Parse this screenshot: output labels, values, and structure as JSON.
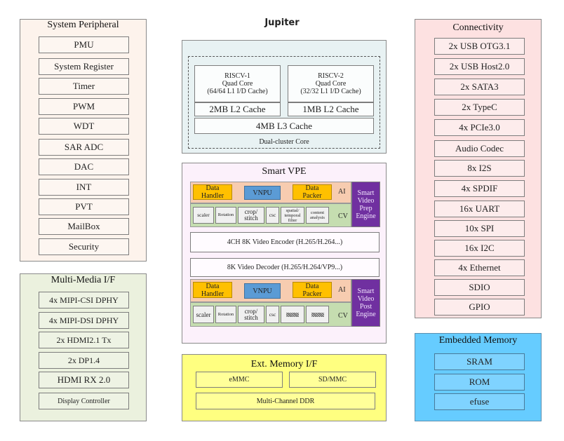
{
  "title": "Jupiter",
  "system_peripheral": {
    "title": "System Peripheral",
    "items": [
      "PMU",
      "System Register",
      "Timer",
      "PWM",
      "WDT",
      "SAR ADC",
      "DAC",
      "INT",
      "PVT",
      "MailBox",
      "Security"
    ]
  },
  "multimedia": {
    "title": "Multi-Media I/F",
    "items": [
      "4x MIPI-CSI DPHY",
      "4x MIPI-DSI DPHY",
      "2x HDMI2.1 Tx",
      "2x DP1.4",
      "HDMI RX 2.0",
      "Display Controller"
    ]
  },
  "cpu": {
    "cluster1": {
      "name": "RISCV-1",
      "cores": "Quad Core",
      "cache": "(64/64 L1 I/D Cache)",
      "l2": "2MB L2 Cache"
    },
    "cluster2": {
      "name": "RISCV-2",
      "cores": "Quad Core",
      "cache": "(32/32 L1 I/D Cache)",
      "l2": "1MB L2 Cache"
    },
    "l3": "4MB L3 Cache",
    "label": "Dual-cluster Core"
  },
  "smart_vpe": {
    "title": "Smart VPE",
    "prep": {
      "data_handler": "Data Handler",
      "vnpu": "VNPU",
      "data_packer": "Data Packer",
      "ai": "AI",
      "cv": "CV",
      "cv_items": [
        "scaler",
        "Rotation",
        "crop/ stitch",
        "csc",
        "spatial/ temporal filter",
        "content analysis"
      ],
      "engine": "Smart Video Prep Engine"
    },
    "encoder": "4CH 8K Video Encoder (H.265/H.264...)",
    "decoder": "8K Video Decoder (H.265/H.264/VP9...)",
    "post": {
      "data_handler": "Data Handler",
      "vnpu": "VNPU",
      "data_packer": "Data Packer",
      "ai": "AI",
      "cv": "CV",
      "cv_items": [
        "scaler",
        "Rotation",
        "crop/ stitch",
        "csc"
      ],
      "engine": "Smart Video Post Engine"
    }
  },
  "ext_memory": {
    "title": "Ext. Memory I/F",
    "emmc": "eMMC",
    "sdmmc": "SD/MMC",
    "ddr": "Multi-Channel DDR"
  },
  "connectivity": {
    "title": "Connectivity",
    "items": [
      "2x USB OTG3.1",
      "2x USB Host2.0",
      "2x SATA3",
      "2x TypeC",
      "4x PCIe3.0",
      "Audio Codec",
      "8x I2S",
      "4x SPDIF",
      "16x UART",
      "10x SPI",
      "16x I2C",
      "4x Ethernet",
      "SDIO",
      "GPIO"
    ]
  },
  "embedded_memory": {
    "title": "Embedded Memory",
    "items": [
      "SRAM",
      "ROM",
      "efuse"
    ]
  }
}
